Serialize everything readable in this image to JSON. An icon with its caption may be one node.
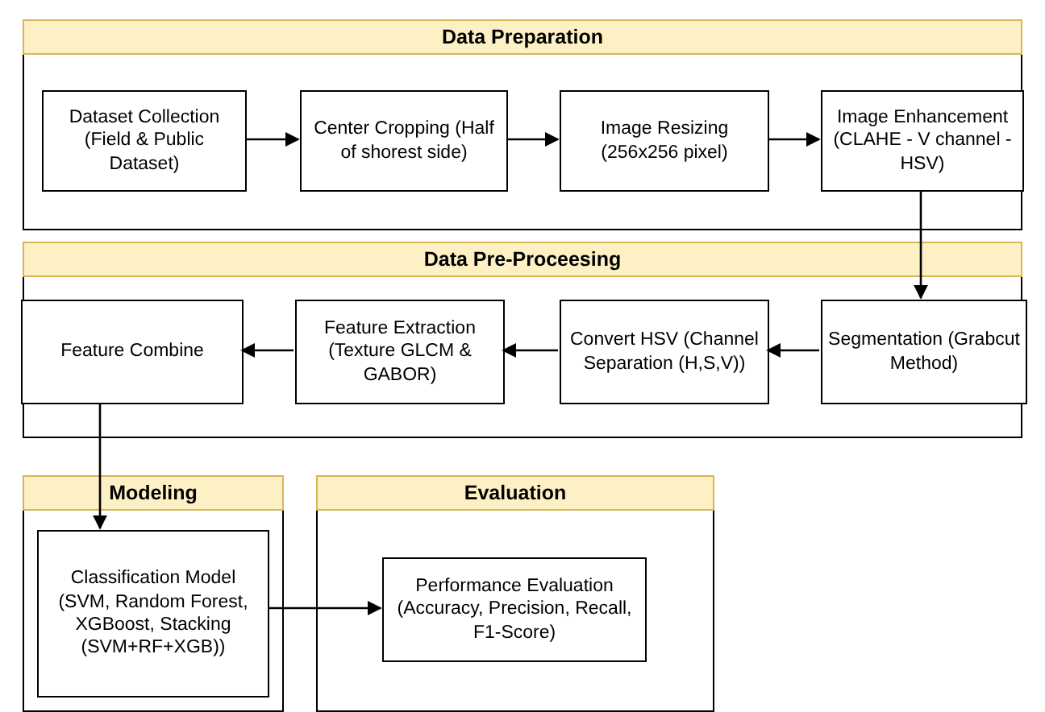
{
  "diagram": {
    "nodes": [
      {
        "text": [
          "Data Preparation"
        ]
      },
      {
        "text": [
          "Dataset Collection (Field & Public Dataset)"
        ],
        "in": 0
      },
      {
        "text": [
          "Center Cropping (Half of shorest side)"
        ],
        "in": 0
      },
      {
        "text": [
          "Image Resizing (256x256 pixel)"
        ],
        "in": 0
      },
      {
        "text": [
          "Image Enhancement (CLAHE - V channel - HSV)"
        ],
        "in": 0
      },
      {
        "text": [
          "Data Pre-Proceesing"
        ]
      },
      {
        "text": [
          "Feature Combine"
        ],
        "in": 5
      },
      {
        "text": [
          "Feature Extraction (Texture GLCM & GABOR)"
        ],
        "in": 5
      },
      {
        "text": [
          "Convert HSV (Channel Separation (H,S,V))"
        ],
        "in": 5
      },
      {
        "text": [
          "Segmentation (Grabcut Method)"
        ],
        "in": 5
      },
      {
        "text": [
          "Modeling"
        ]
      },
      {
        "text": [
          "Classification Model (SVM, Random Forest, XGBoost, Stacking (SVM+RF+XGB))"
        ],
        "in": 10
      },
      {
        "text": [
          "Evaluation"
        ]
      },
      {
        "text": [
          "Performance Evaluation (Accuracy, Precision, Recall, F1-Score)"
        ],
        "in": 12
      }
    ],
    "edges": [
      {
        "from": 1,
        "to": 2,
        "arrow": "to"
      },
      {
        "from": 2,
        "to": 3,
        "arrow": "to"
      },
      {
        "from": 3,
        "to": 4,
        "arrow": "to"
      },
      {
        "from": 4,
        "to": 9,
        "arrow": "to"
      },
      {
        "from": 9,
        "to": 8,
        "arrow": "to"
      },
      {
        "from": 8,
        "to": 7,
        "arrow": "to"
      },
      {
        "from": 7,
        "to": 6,
        "arrow": "to"
      },
      {
        "from": 6,
        "to": 11,
        "arrow": "to"
      },
      {
        "from": 11,
        "to": 13,
        "arrow": "to"
      }
    ]
  }
}
